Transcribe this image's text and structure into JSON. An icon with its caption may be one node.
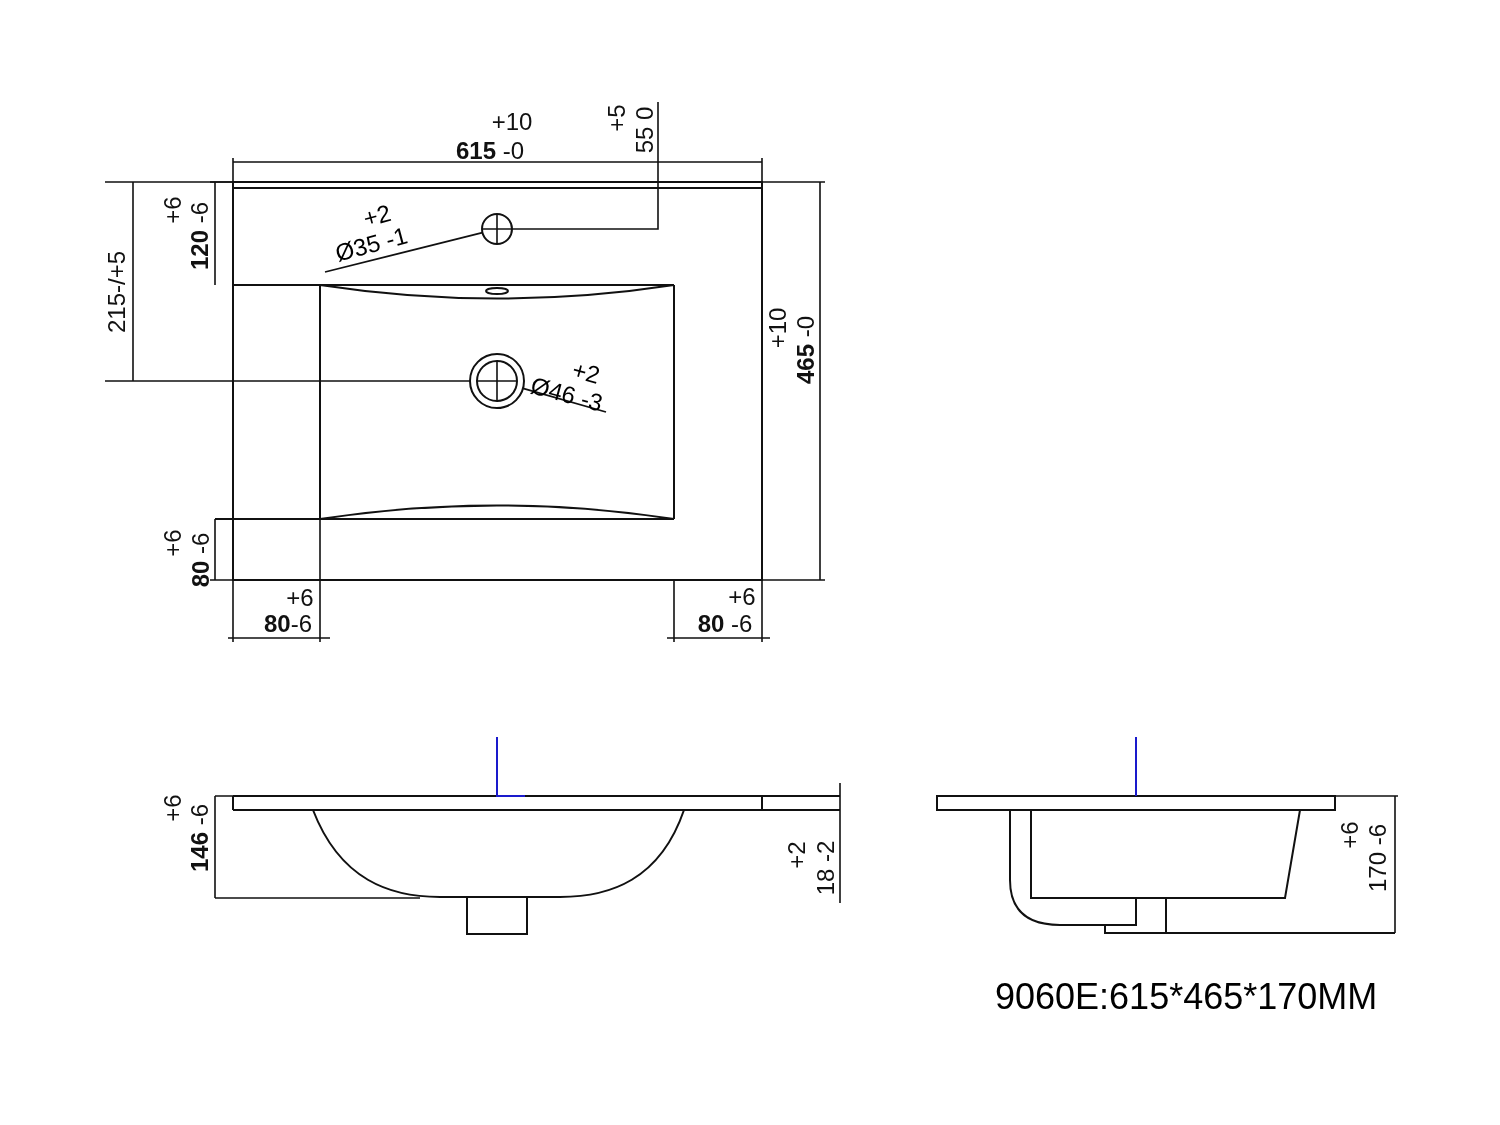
{
  "diagram": {
    "caption": "9060E:615*465*170MM",
    "nodes": [
      {
        "text": [
          "+2",
          "Ø35 -1"
        ]
      },
      {
        "text": [],
        "shape": "circle"
      },
      {
        "text": [
          "+2",
          "Ø46 -3"
        ]
      },
      {
        "text": [],
        "shape": "circle"
      }
    ],
    "edges": [
      {
        "from": 0,
        "to": 1,
        "arrow": "none"
      },
      {
        "from": 2,
        "to": 3,
        "arrow": "none"
      }
    ],
    "labels": [
      "+10",
      "**615** -0",
      "+5",
      "55 0",
      "+6",
      "**120** -6",
      "215-/+5",
      "+10",
      "**465** -0",
      "+6",
      "**80** -6",
      "+6",
      "**80**-6",
      "+6",
      "**80** -6",
      "+6",
      "**146** -6",
      "+2",
      "18 -2",
      "+6",
      "170 -6"
    ]
  }
}
